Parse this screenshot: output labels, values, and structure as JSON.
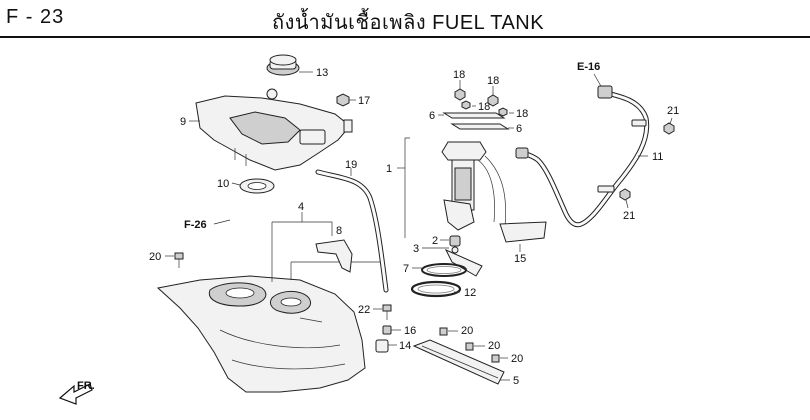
{
  "header": {
    "page_code": "F - 23",
    "title": "ถังน้ำมันเชื้อเพลิง  FUEL TANK"
  },
  "references": {
    "e16": "E-16",
    "f26": "F-26",
    "fr": "FR."
  },
  "callouts": {
    "n1": "1",
    "n2": "2",
    "n3": "3",
    "n4": "4",
    "n5": "5",
    "n6a": "6",
    "n6b": "6",
    "n7": "7",
    "n8": "8",
    "n9": "9",
    "n10": "10",
    "n11": "11",
    "n12": "12",
    "n13": "13",
    "n14": "14",
    "n15": "15",
    "n16": "16",
    "n17": "17",
    "n18a": "18",
    "n18b": "18",
    "n18c": "18",
    "n18d": "18",
    "n19": "19",
    "n20a": "20",
    "n20b": "20",
    "n20c": "20",
    "n20d": "20",
    "n21a": "21",
    "n21b": "21",
    "n22": "22"
  }
}
